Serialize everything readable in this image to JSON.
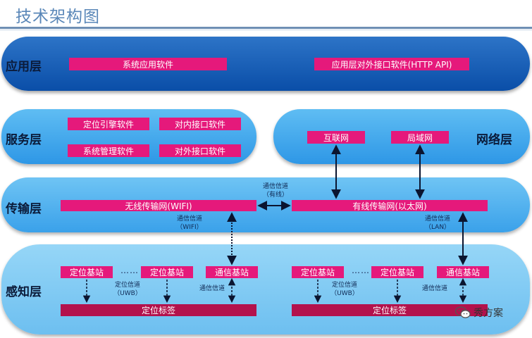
{
  "title": "技术架构图",
  "layers": {
    "app": "应用层",
    "service": "服务层",
    "network": "网络层",
    "transport": "传输层",
    "sensing": "感知层"
  },
  "app_boxes": [
    "系统应用软件",
    "应用层对外接口软件(HTTP API)"
  ],
  "service_boxes": [
    "定位引擎软件",
    "对内接口软件",
    "系统管理软件",
    "对外接口软件"
  ],
  "network_boxes": [
    "互联网",
    "局域网"
  ],
  "transport_boxes": [
    "无线传输网(WIFI)",
    "有线传输网(以太网)"
  ],
  "transport_notes": {
    "channel_wired": [
      "通信信道",
      "（有线）"
    ],
    "channel_wifi": [
      "通信信道",
      "（WIFI）"
    ],
    "channel_lan": [
      "通信信道",
      "（LAN）"
    ]
  },
  "sensing": {
    "left": {
      "station1": "定位基站",
      "station2": "定位基站",
      "comm": "通信基站",
      "tag": "定位标签"
    },
    "right": {
      "station1": "定位基站",
      "station2": "定位基站",
      "comm": "通信基站",
      "tag": "定位标签"
    },
    "dots": "……",
    "uwb_note": [
      "定位信道",
      "（UWB）"
    ],
    "comm_note": "通信信道"
  },
  "watermark": "秀方案",
  "colors": {
    "box": "#e5197b",
    "tag": "#b3124c",
    "app_layer": "#0a4ea8",
    "layer_light": "#3aa1ea"
  }
}
